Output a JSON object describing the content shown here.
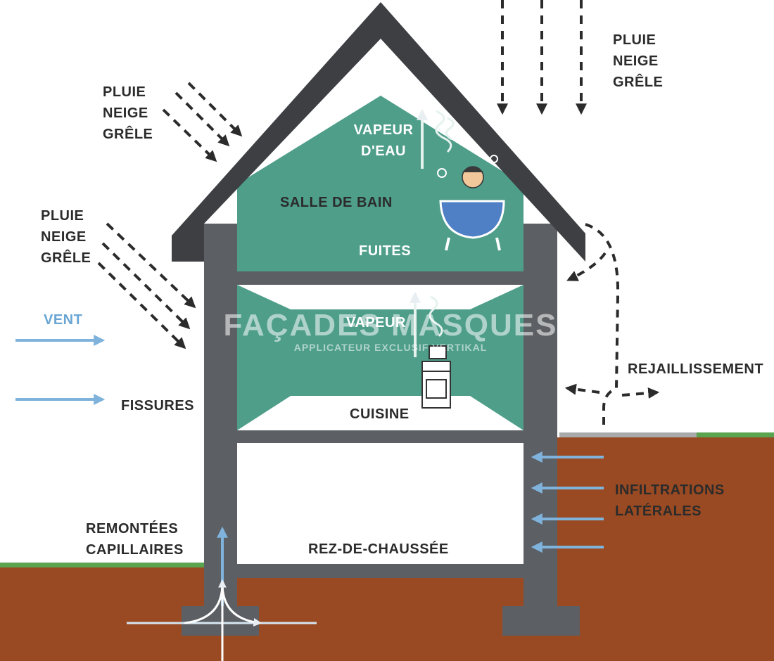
{
  "colors": {
    "wall": "#5c5f64",
    "roof": "#3d3f43",
    "room_green": "#4e9e8a",
    "soil": "#9a4a22",
    "grass": "#5aa44f",
    "arrow_blue": "#7fb3dc",
    "arrow_dark": "#2b2b2b"
  },
  "labels": {
    "precip_top_right": [
      "PLUIE",
      "NEIGE",
      "GRÊLE"
    ],
    "precip_roof_left": [
      "PLUIE",
      "NEIGE",
      "GRÊLE"
    ],
    "precip_wall_left": [
      "PLUIE",
      "NEIGE",
      "GRÊLE"
    ],
    "wind": "VENT",
    "cracks": "FISSURES",
    "rising_damp": [
      "REMONTÉES",
      "CAPILLAIRES"
    ],
    "splash": "REJAILLISSEMENT",
    "lateral_infiltration": [
      "INFILTRATIONS",
      "LATÉRALES"
    ]
  },
  "rooms": {
    "bathroom": {
      "name": "SALLE DE BAIN",
      "vapor": [
        "VAPEUR",
        "D'EAU"
      ],
      "leaks": "FUITES"
    },
    "kitchen": {
      "name": "CUISINE",
      "vapor": "VAPEUR"
    },
    "ground_floor": {
      "name": "REZ-DE-CHAUSSÉE"
    }
  },
  "watermark": {
    "title": "FAÇADES MASQUES",
    "subtitle": "APPLICATEUR EXCLUSIF VERTIKAL"
  }
}
